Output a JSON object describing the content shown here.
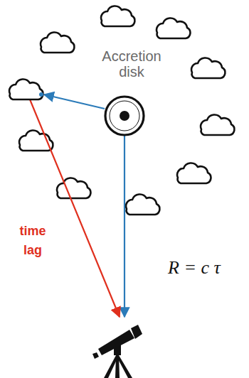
{
  "diagram": {
    "nodes": [
      {
        "text": [
          "Accretion disk"
        ]
      }
    ],
    "labels": [
      "time lag",
      "R = c τ"
    ]
  }
}
